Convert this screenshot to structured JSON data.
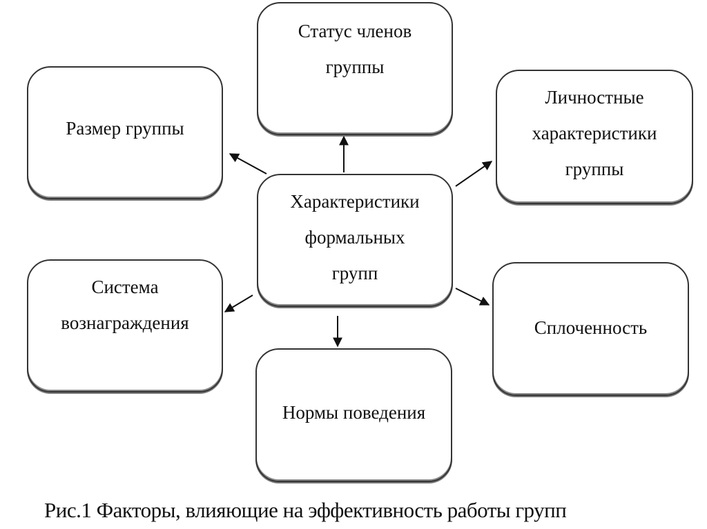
{
  "diagram": {
    "center": {
      "lines": [
        "Характеристики",
        "формальных",
        "групп"
      ]
    },
    "nodes": {
      "status": {
        "lines": [
          "Статус членов",
          "группы"
        ]
      },
      "size": {
        "lines": [
          "Размер группы"
        ]
      },
      "personal": {
        "lines": [
          "Личностные",
          "характеристики",
          "группы"
        ]
      },
      "reward": {
        "lines": [
          "Система",
          "вознаграждения"
        ]
      },
      "cohesion": {
        "lines": [
          "Сплоченность"
        ]
      },
      "norms": {
        "lines": [
          "Нормы поведения"
        ]
      }
    },
    "edges": [
      {
        "from": "center",
        "to": "status"
      },
      {
        "from": "center",
        "to": "size"
      },
      {
        "from": "center",
        "to": "personal"
      },
      {
        "from": "center",
        "to": "reward"
      },
      {
        "from": "center",
        "to": "cohesion"
      },
      {
        "from": "center",
        "to": "norms"
      }
    ]
  },
  "caption": "Рис.1 Факторы, влияющие на эффективность работы групп"
}
